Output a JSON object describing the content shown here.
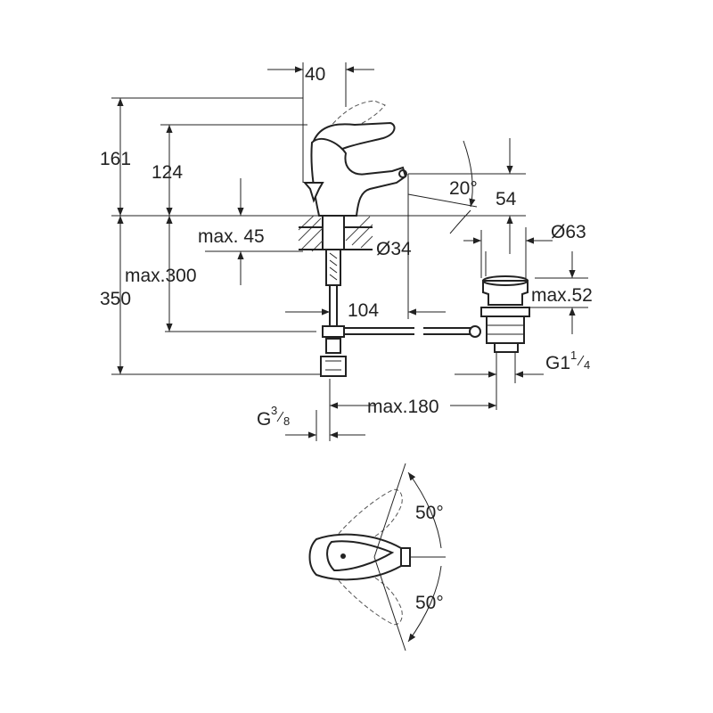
{
  "drawing": {
    "dimensions": {
      "handle_width": "40",
      "total_height": "161",
      "spout_height": "124",
      "spout_angle": "20°",
      "spout_offset": "54",
      "max_thickness": "max. 45",
      "hole_diameter": "Ø34",
      "waste_diameter": "Ø63",
      "max_hose_length": "max.300",
      "overall_height": "350",
      "waste_max_height": "max.52",
      "reach": "104",
      "waste_thread_main": "G1",
      "waste_thread_num": "1",
      "waste_thread_den": "4",
      "max_distance": "max.180",
      "supply_thread_main": "G",
      "supply_thread_num": "3",
      "supply_thread_den": "8",
      "rotation_left": "50°",
      "rotation_right": "50°"
    }
  }
}
